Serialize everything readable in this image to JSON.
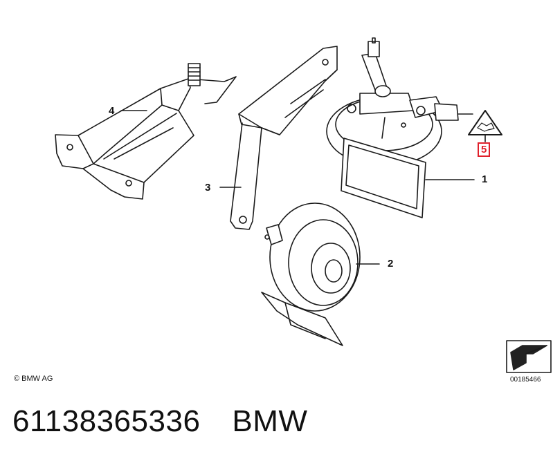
{
  "callouts": {
    "one": "1",
    "two": "2",
    "three": "3",
    "four": "4",
    "five": "5"
  },
  "footer": {
    "copyright": "© BMW AG",
    "doc_number": "00185466"
  },
  "caption": {
    "part_number": "61138365336",
    "brand": "BMW"
  },
  "colors": {
    "line": "#1a1a1a",
    "highlight_box": "#e0202b",
    "background": "#ffffff"
  },
  "icons": [
    "bracket-4-icon",
    "bracket-3-icon",
    "horn-1-icon",
    "horn-2-icon",
    "warning-triangle-icon",
    "direction-arrow-icon"
  ]
}
